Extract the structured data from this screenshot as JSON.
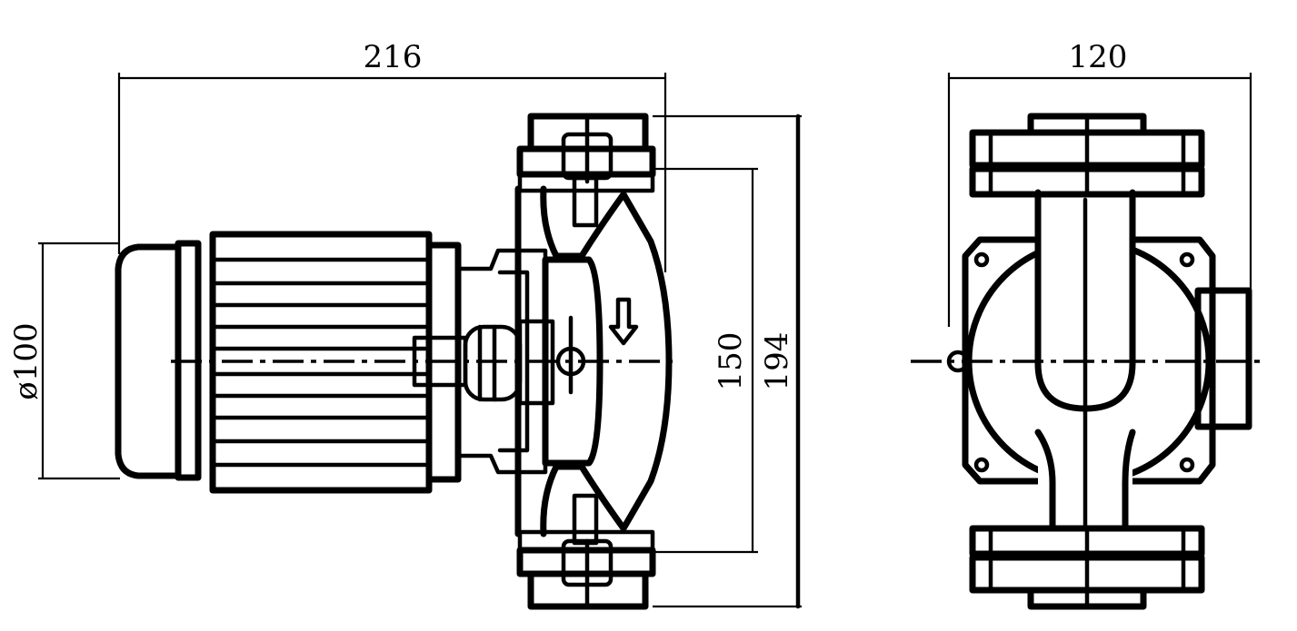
{
  "dimensions": {
    "side_length": "216",
    "side_diameter": "ø100",
    "side_port_spacing": "150",
    "side_total_height": "194",
    "front_width": "120"
  },
  "colors": {
    "line": "#000000",
    "background": "#ffffff"
  }
}
